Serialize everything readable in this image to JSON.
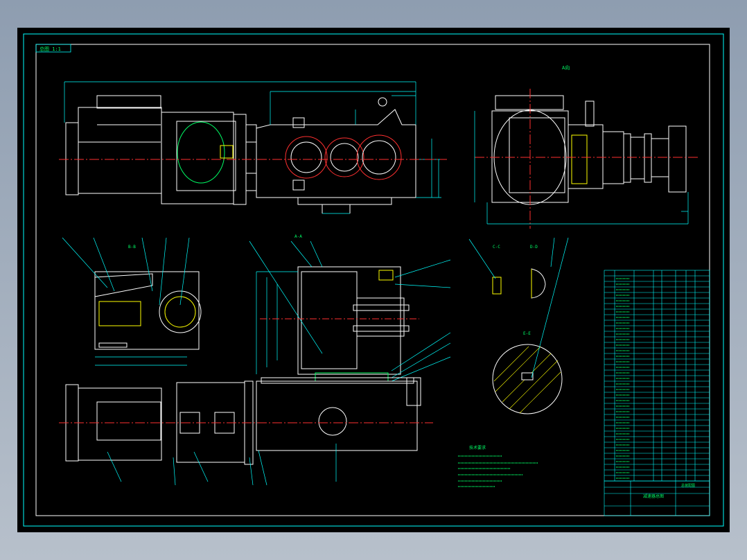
{
  "drawing": {
    "title_tag": "总图 1:1",
    "top_view_label": "A向",
    "section_labels": [
      "B-B",
      "C-C",
      "D-D",
      "E-E",
      "A-A"
    ],
    "tech_title": "技术要求",
    "title_block_name": "减速器总图",
    "title_block_caption": "总装配图",
    "colors": {
      "background": "#000000",
      "frame": "#00ffff",
      "line": "#ffffff",
      "centerline": "#ff3030",
      "dimension": "#00ffff",
      "hatch": "#ffff00",
      "text": "#00ff66",
      "magenta": "#ff00ff"
    }
  }
}
